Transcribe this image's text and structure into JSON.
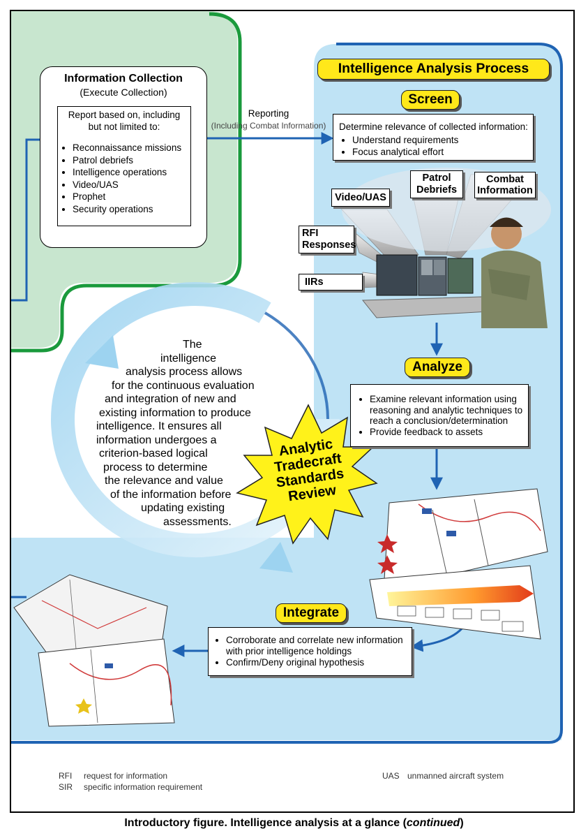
{
  "collection": {
    "title": "Information Collection",
    "subtitle": "(Execute Collection)",
    "report_heading_1": "Report based on, including",
    "report_heading_2": "but not limited to:",
    "items": [
      "Reconnaissance missions",
      "Patrol debriefs",
      "Intelligence operations",
      "Video/UAS",
      "Prophet",
      "Security operations"
    ]
  },
  "reporting": {
    "line1": "Reporting",
    "line2": "(Including Combat Information)"
  },
  "process": {
    "title": "Intelligence Analysis Process"
  },
  "screen": {
    "label": "Screen",
    "heading": "Determine relevance of collected information:",
    "items": [
      "Understand requirements",
      "Focus analytical effort"
    ]
  },
  "sources": {
    "video": "Video/UAS",
    "patrol_1": "Patrol",
    "patrol_2": "Debriefs",
    "combat_1": "Combat",
    "combat_2": "Information",
    "rfi_1": "RFI",
    "rfi_2": "Responses",
    "iirs": "IIRs"
  },
  "analyze": {
    "label": "Analyze",
    "items": [
      "Examine relevant information using reasoning and analytic techniques to reach a conclusion/determination",
      "Provide feedback to assets"
    ]
  },
  "integrate": {
    "label": "Integrate",
    "items": [
      "Corroborate and correlate new information with prior intelligence holdings",
      "Confirm/Deny original hypothesis"
    ]
  },
  "cycle_text": [
    "The",
    "intelligence",
    "analysis process allows",
    "for the continuous evaluation",
    "and integration of new and",
    "existing information to produce",
    "intelligence. It ensures all",
    "information undergoes a",
    "criterion-based logical",
    "process to determine",
    "the relevance and value",
    "of the information before",
    "updating existing",
    "assessments."
  ],
  "starburst": {
    "lines": [
      "Analytic",
      "Tradecraft",
      "Standards",
      "Review"
    ]
  },
  "legend": [
    {
      "abbr": "RFI",
      "text": "request for information"
    },
    {
      "abbr": "SIR",
      "text": "specific information requirement"
    },
    {
      "abbr": "UAS",
      "text": "unmanned aircraft system"
    }
  ],
  "caption": {
    "main": "Introductory figure. Intelligence analysis at a glance (",
    "continued": "continued",
    "close": ")"
  },
  "colors": {
    "green_panel": "#c8e6cf",
    "green_border": "#1a9a3c",
    "blue_panel": "#bfe3f5",
    "blue_border": "#1f63b3",
    "arrow": "#1f63b3",
    "badge": "#ffe81a"
  }
}
